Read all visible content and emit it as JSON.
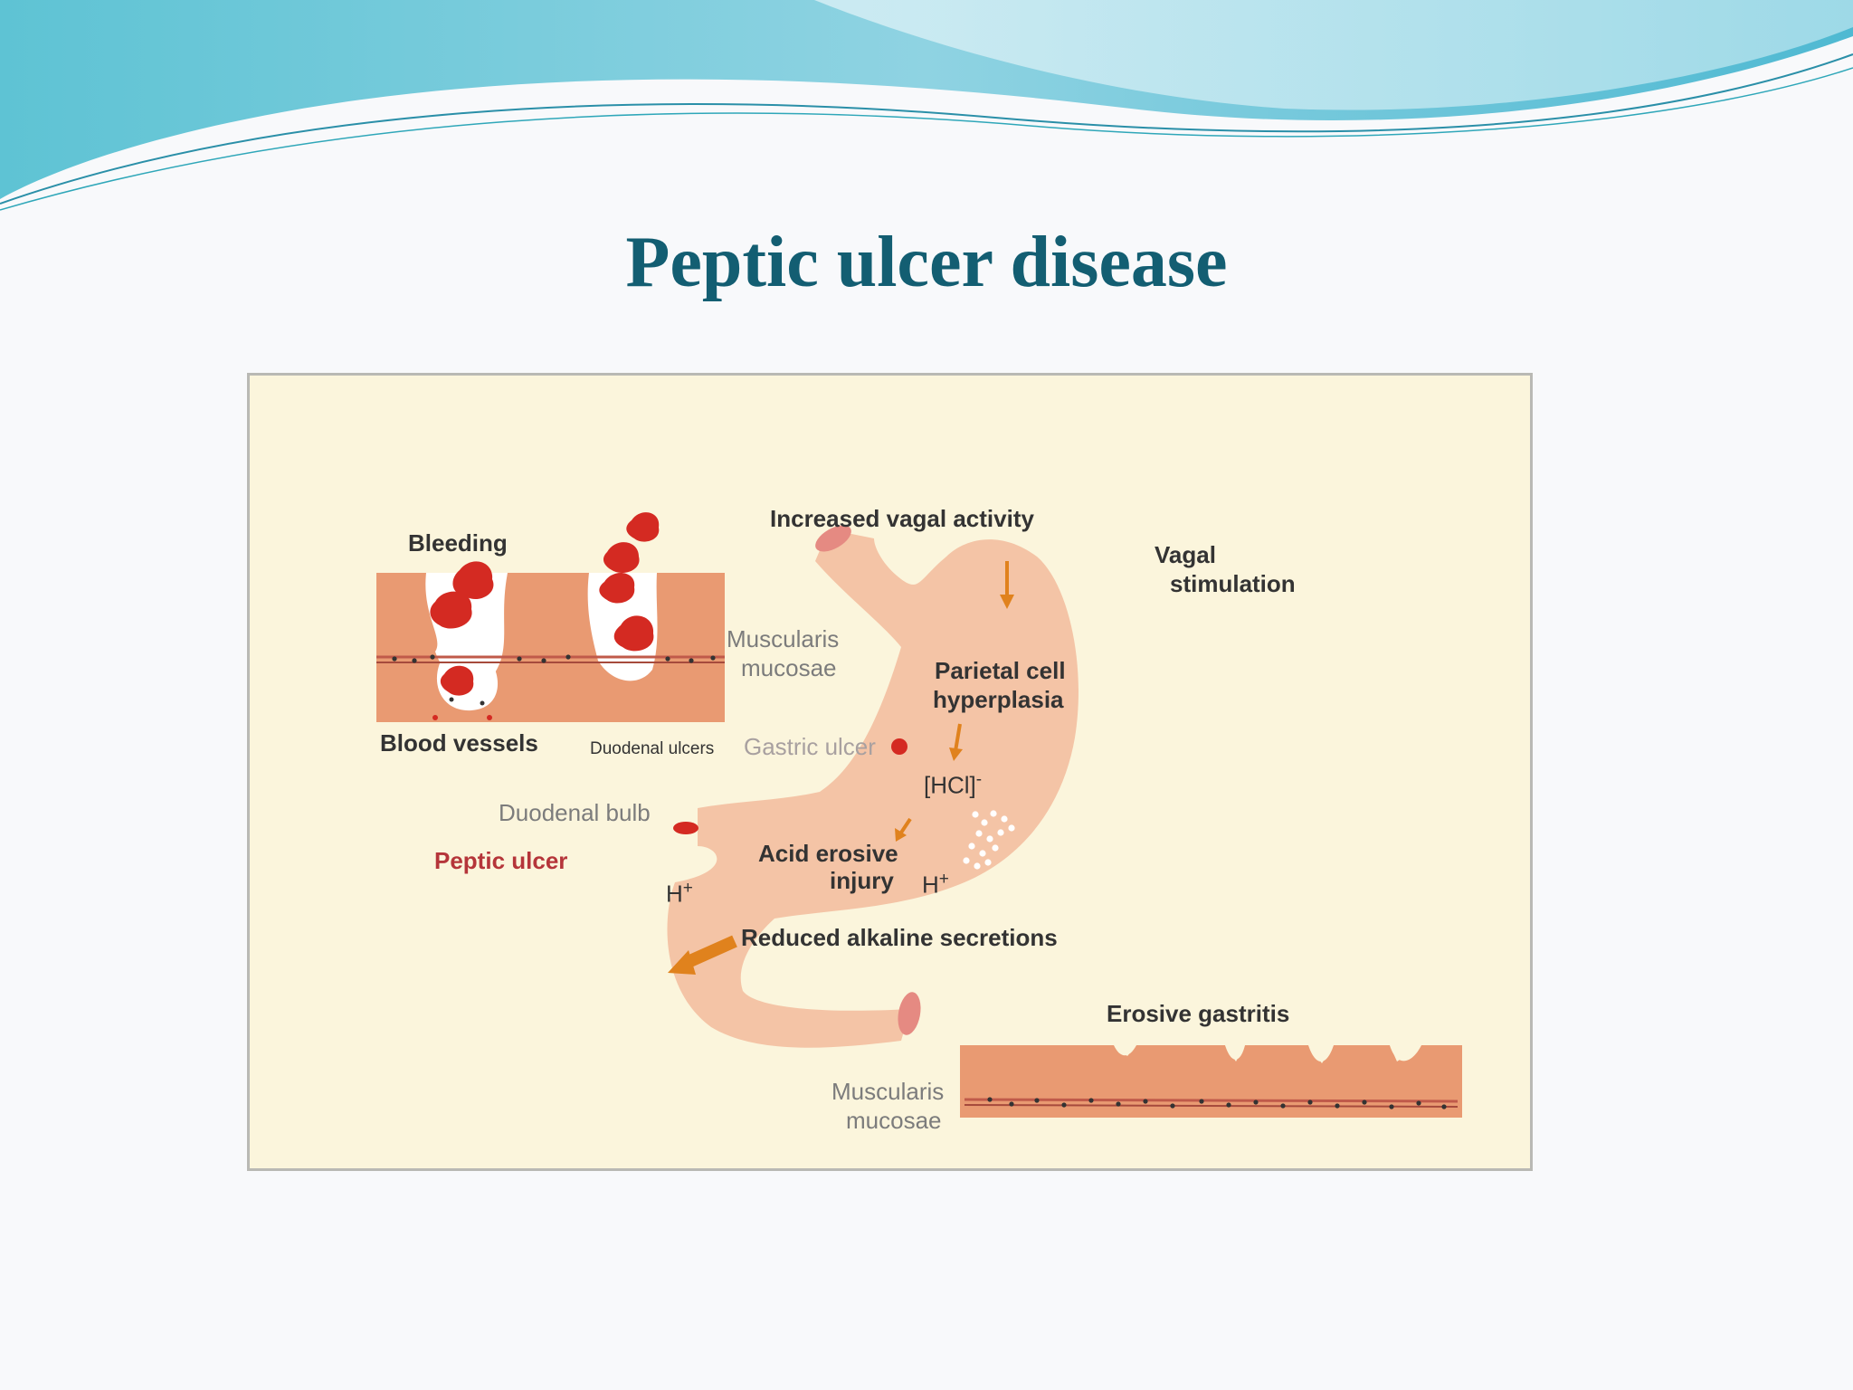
{
  "slide": {
    "title": "Peptic ulcer disease"
  },
  "colors": {
    "title": "#135e72",
    "figure_background": "#fbf5dc",
    "tissue": "#e99a72",
    "stomach": "#f4c4a6",
    "ulcer_red": "#d42a22",
    "arrow_orange": "#e0821d",
    "label_red": "#b5353a",
    "banner_teal": "#6cc6d8"
  },
  "diagram": {
    "labels": {
      "increased_vagal_activity": "Increased vagal activity",
      "vagal": "Vagal",
      "stimulation": "stimulation",
      "bleeding": "Bleeding",
      "muscularis_top": "Muscularis",
      "mucosae_top": "mucosae",
      "parietal_cell": "Parietal cell",
      "hyperplasia": "hyperplasia",
      "blood_vessels": "Blood vessels",
      "duodenal_ulcers": "Duodenal ulcers",
      "gastric_ulcer": "Gastric ulcer",
      "hcl": "[HCl]",
      "hcl_sup": "-",
      "duodenal_bulb": "Duodenal bulb",
      "peptic_ulcer": "Peptic ulcer",
      "acid_erosive": "Acid erosive",
      "injury": "injury",
      "h_plus_left": "H",
      "h_plus_right": "H",
      "plus": "+",
      "reduced_alkaline": "Reduced alkaline secretions",
      "erosive_gastritis": "Erosive gastritis",
      "muscularis_bottom": "Muscularis",
      "mucosae_bottom": "mucosae"
    }
  }
}
